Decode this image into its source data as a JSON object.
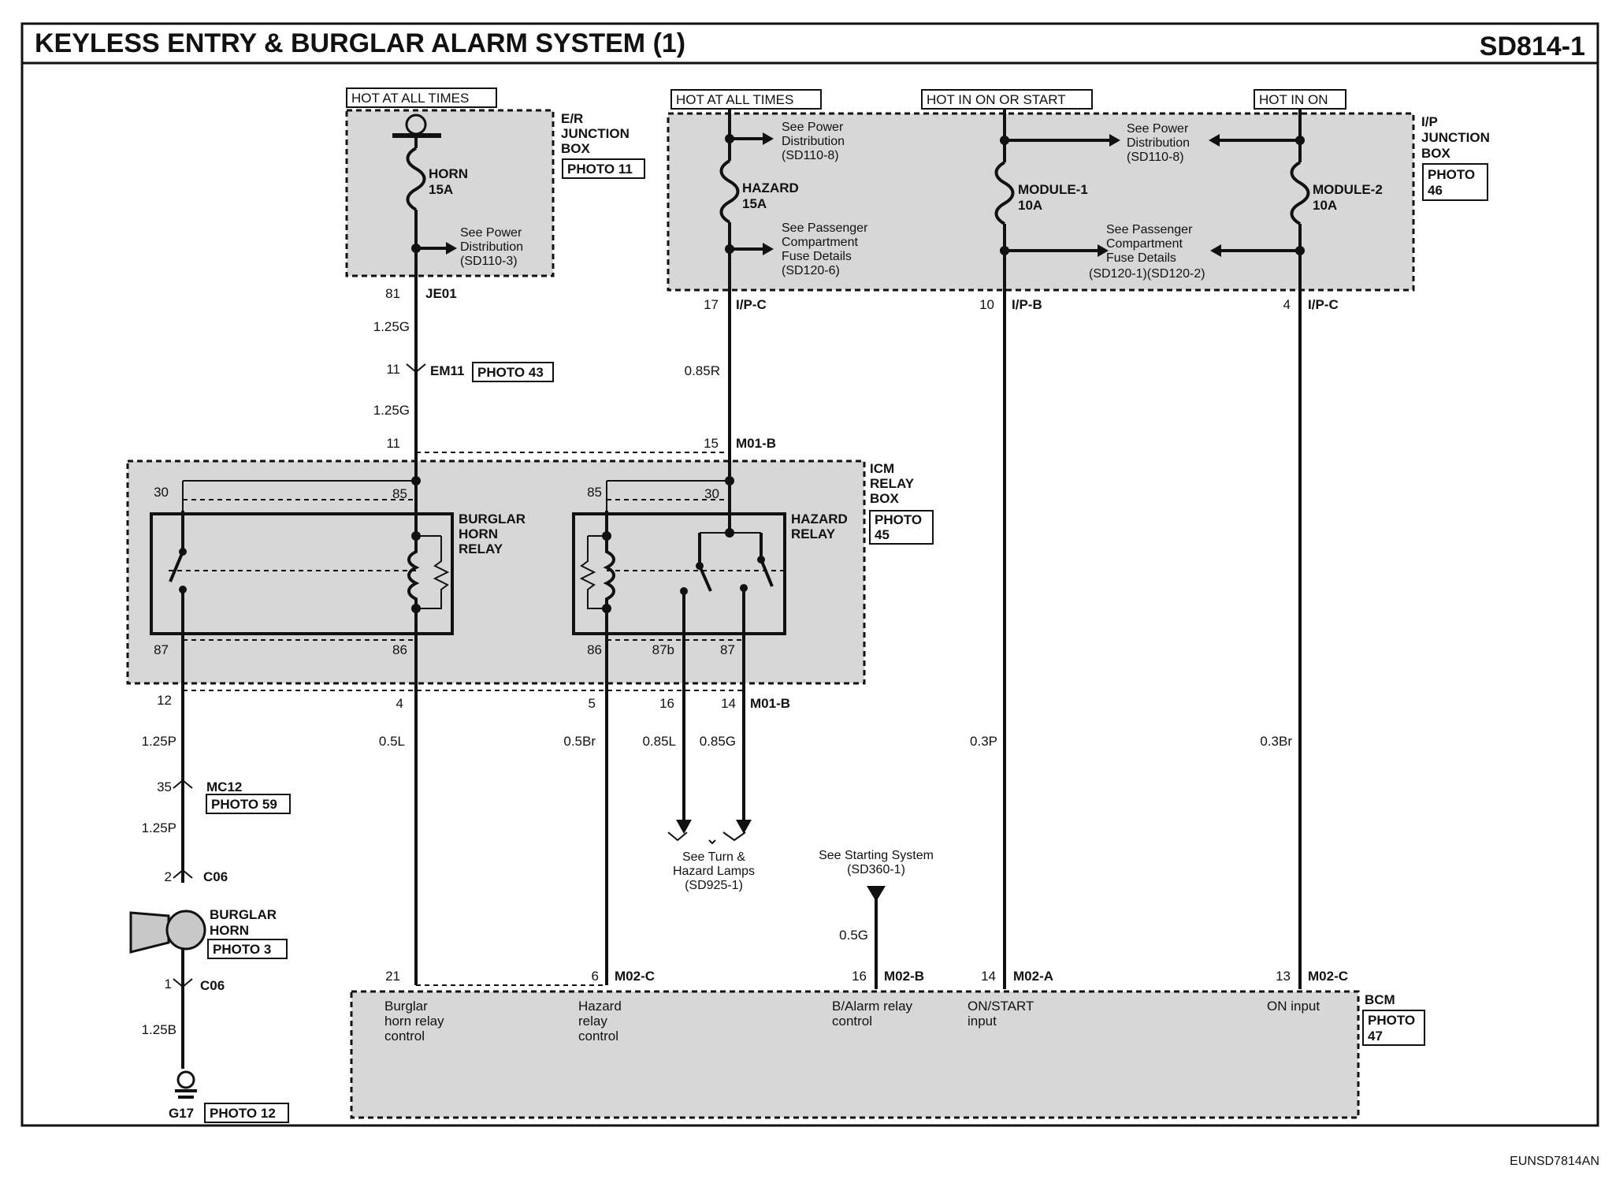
{
  "header": {
    "title": "KEYLESS ENTRY & BURGLAR ALARM SYSTEM (1)",
    "code": "SD814-1"
  },
  "footer": {
    "id": "EUNSD7814AN"
  },
  "top_tags": {
    "hot_all_times_1": "HOT AT ALL TIMES",
    "hot_all_times_2": "HOT AT ALL TIMES",
    "hot_on_start": "HOT IN ON OR START",
    "hot_in_on": "HOT IN ON"
  },
  "er_box": {
    "title_lines": [
      "E/R",
      "JUNCTION",
      "BOX"
    ],
    "photo": "PHOTO 11",
    "fuse_name": "HORN",
    "fuse_rating": "15A",
    "note_lines": [
      "See Power",
      "Distribution",
      "(SD110-3)"
    ]
  },
  "ip_box": {
    "title_lines": [
      "I/P",
      "JUNCTION",
      "BOX"
    ],
    "photo_lines": [
      "PHOTO",
      "46"
    ],
    "hazard_name": "HAZARD",
    "hazard_rating": "15A",
    "module1_name": "MODULE-1",
    "module1_rating": "10A",
    "module2_name": "MODULE-2",
    "module2_rating": "10A",
    "note_a": [
      "See Power",
      "Distribution",
      "(SD110-8)"
    ],
    "note_b": [
      "See Passenger",
      "Compartment",
      "Fuse Details",
      "(SD120-6)"
    ],
    "note_c": [
      "See Power",
      "Distribution",
      "(SD110-8)"
    ],
    "note_d": [
      "See Passenger",
      "Compartment",
      "Fuse Details",
      "(SD120-1)(SD120-2)"
    ]
  },
  "connectors": {
    "je01_pin": "81",
    "je01": "JE01",
    "em11_pin": "11",
    "em11": "EM11",
    "em11_photo": "PHOTO 43",
    "ipc_pin_17": "17",
    "ipc_1": "I/P-C",
    "ipb_pin": "10",
    "ipb": "I/P-B",
    "ipc_pin_4": "4",
    "ipc_2": "I/P-C",
    "m01b_pin_11": "11",
    "m01b_pin_15": "15",
    "m01b_1": "M01-B",
    "m01b_pin_12": "12",
    "m01b_pin_4": "4",
    "m01b_pin_5": "5",
    "m01b_pin_16": "16",
    "m01b_pin_14": "14",
    "m01b_2": "M01-B",
    "mc12_pin": "35",
    "mc12": "MC12",
    "mc12_photo": "PHOTO 59",
    "c06_pin_2": "2",
    "c06_1": "C06",
    "c06_pin_1": "1",
    "c06_2": "C06",
    "g17": "G17",
    "g17_photo": "PHOTO 12",
    "m02c_pin_21": "21",
    "m02c_pin_6": "6",
    "m02c_1": "M02-C",
    "m02b_pin": "16",
    "m02b": "M02-B",
    "m02a_pin": "14",
    "m02a": "M02-A",
    "m02c_pin_13": "13",
    "m02c_2": "M02-C"
  },
  "wires": {
    "w_125g_1": "1.25G",
    "w_125g_2": "1.25G",
    "w_085r": "0.85R",
    "w_125p_1": "1.25P",
    "w_125p_2": "1.25P",
    "w_125b": "1.25B",
    "w_05l": "0.5L",
    "w_05br": "0.5Br",
    "w_085l": "0.85L",
    "w_085g": "0.85G",
    "w_05g": "0.5G",
    "w_03p": "0.3P",
    "w_03br": "0.3Br"
  },
  "icm_box": {
    "title_lines": [
      "ICM",
      "RELAY",
      "BOX"
    ],
    "photo_lines": [
      "PHOTO",
      "45"
    ],
    "horn_relay_lines": [
      "BURGLAR",
      "HORN",
      "RELAY"
    ],
    "hazard_relay_lines": [
      "HAZARD",
      "RELAY"
    ],
    "hr_pin_30": "30",
    "hr_pin_85": "85",
    "hr_pin_87": "87",
    "hr_pin_86": "86",
    "hz_pin_85": "85",
    "hz_pin_30": "30",
    "hz_pin_86": "86",
    "hz_pin_87b": "87b",
    "hz_pin_87": "87"
  },
  "horn": {
    "label_lines": [
      "BURGLAR",
      "HORN"
    ],
    "photo": "PHOTO 3"
  },
  "notes": {
    "turn_lamps": [
      "See Turn &",
      "Hazard Lamps",
      "(SD925-1)"
    ],
    "starting": [
      "See Starting System",
      "(SD360-1)"
    ]
  },
  "bcm": {
    "title": "BCM",
    "photo_lines": [
      "PHOTO",
      "47"
    ],
    "p1": [
      "Burglar",
      "horn relay",
      "control"
    ],
    "p2": [
      "Hazard",
      "relay",
      "control"
    ],
    "p3": [
      "B/Alarm relay",
      "control"
    ],
    "p4": [
      "ON/START",
      "input"
    ],
    "p5": [
      "ON input"
    ]
  }
}
